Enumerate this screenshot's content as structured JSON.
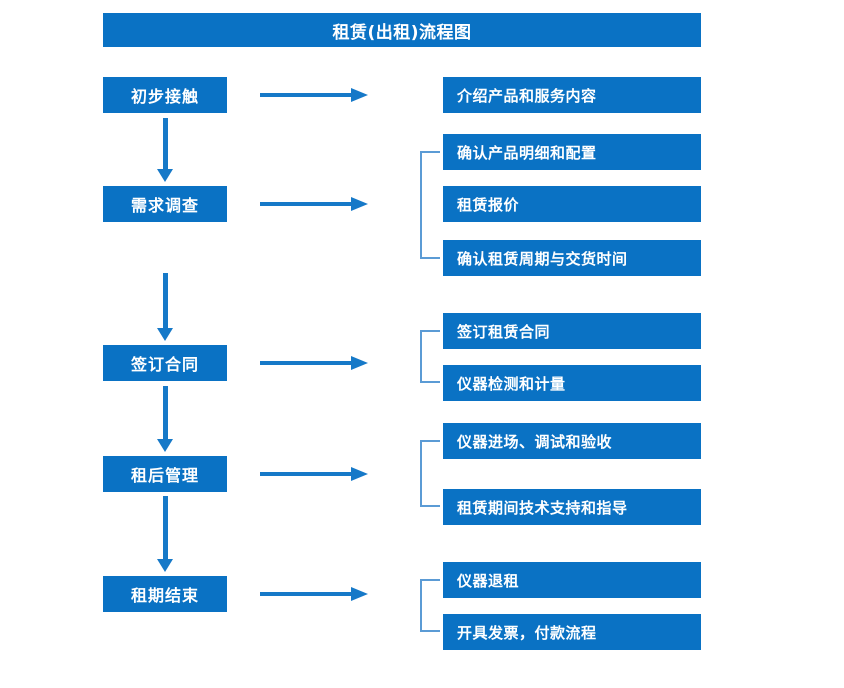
{
  "chart_data": {
    "type": "diagram",
    "title": "租赁(出租)流程图",
    "diagram_kind": "flowchart",
    "orientation": "vertical-stages-with-right-detail-branches",
    "colors": {
      "box_fill": "#0a72c4",
      "box_text": "#ffffff",
      "arrow": "#1679c8",
      "bracket": "#5b9bd5",
      "background": "#ffffff"
    },
    "stages": [
      {
        "label": "初步接触",
        "details": [
          "介绍产品和服务内容"
        ]
      },
      {
        "label": "需求调查",
        "details": [
          "确认产品明细和配置",
          "租赁报价",
          "确认租赁周期与交货时间"
        ]
      },
      {
        "label": "签订合同",
        "details": [
          "签订租赁合同",
          "仪器检测和计量"
        ]
      },
      {
        "label": "租后管理",
        "details": [
          "仪器进场、调试和验收",
          "租赁期间技术支持和指导"
        ]
      },
      {
        "label": "租期结束",
        "details": [
          "仪器退租",
          "开具发票，付款流程"
        ]
      }
    ]
  },
  "header": {
    "title": "租赁(出租)流程图"
  },
  "stages": [
    {
      "label": "初步接触"
    },
    {
      "label": "需求调查"
    },
    {
      "label": "签订合同"
    },
    {
      "label": "租后管理"
    },
    {
      "label": "租期结束"
    }
  ],
  "details": [
    {
      "label": "介绍产品和服务内容"
    },
    {
      "label": "确认产品明细和配置"
    },
    {
      "label": "租赁报价"
    },
    {
      "label": "确认租赁周期与交货时间"
    },
    {
      "label": "签订租赁合同"
    },
    {
      "label": "仪器检测和计量"
    },
    {
      "label": "仪器进场、调试和验收"
    },
    {
      "label": "租赁期间技术支持和指导"
    },
    {
      "label": "仪器退租"
    },
    {
      "label": "开具发票，付款流程"
    }
  ]
}
